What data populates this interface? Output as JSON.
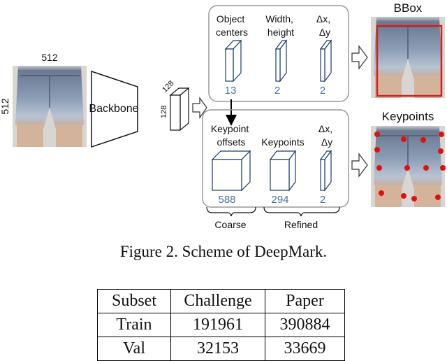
{
  "figure": {
    "input_width": "512",
    "input_height": "512",
    "backbone_label": "Backbone",
    "feature_dim_a": "128",
    "feature_dim_b": "128",
    "top_group": {
      "object_centers": "Object\ncenters",
      "width_height": "Width,\nheight",
      "dxdy": "Δx,\nΔy",
      "num_centers": "13",
      "num_wh": "2",
      "num_dxdy": "2"
    },
    "bottom_group": {
      "keypoint_offsets": "Keypoint\noffsets",
      "keypoints": "Keypoints",
      "dxdy": "Δx,\nΔy",
      "num_offsets": "588",
      "num_keypoints": "294",
      "num_dxdy": "2"
    },
    "coarse_label": "Coarse",
    "refined_label": "Refined",
    "bbox_title": "BBox",
    "keypoints_title": "Keypoints",
    "box_color": "#d42020",
    "keypoint_color": "#e01010",
    "number_color": "#4a6fa0"
  },
  "caption": "Figure 2. Scheme of DeepMark.",
  "table": {
    "headers": [
      "Subset",
      "Challenge",
      "Paper"
    ],
    "rows": [
      [
        "Train",
        "191961",
        "390884"
      ],
      [
        "Val",
        "32153",
        "33669"
      ]
    ]
  }
}
